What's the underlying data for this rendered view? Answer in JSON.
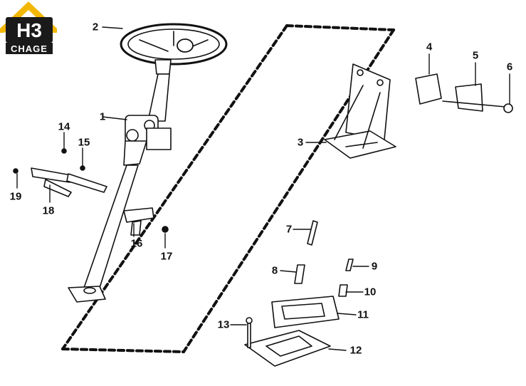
{
  "logo": {
    "mark": "H3",
    "text": "CHAGE",
    "accent_color": "#f2b705",
    "dark_color": "#1a1a1a"
  },
  "callouts": [
    "1",
    "2",
    "3",
    "4",
    "5",
    "6",
    "7",
    "8",
    "9",
    "10",
    "11",
    "12",
    "13",
    "14",
    "15",
    "16",
    "17",
    "18",
    "19"
  ],
  "colors": {
    "line": "#111111",
    "fill": "#ffffff",
    "shade": "#d9d9d9"
  }
}
